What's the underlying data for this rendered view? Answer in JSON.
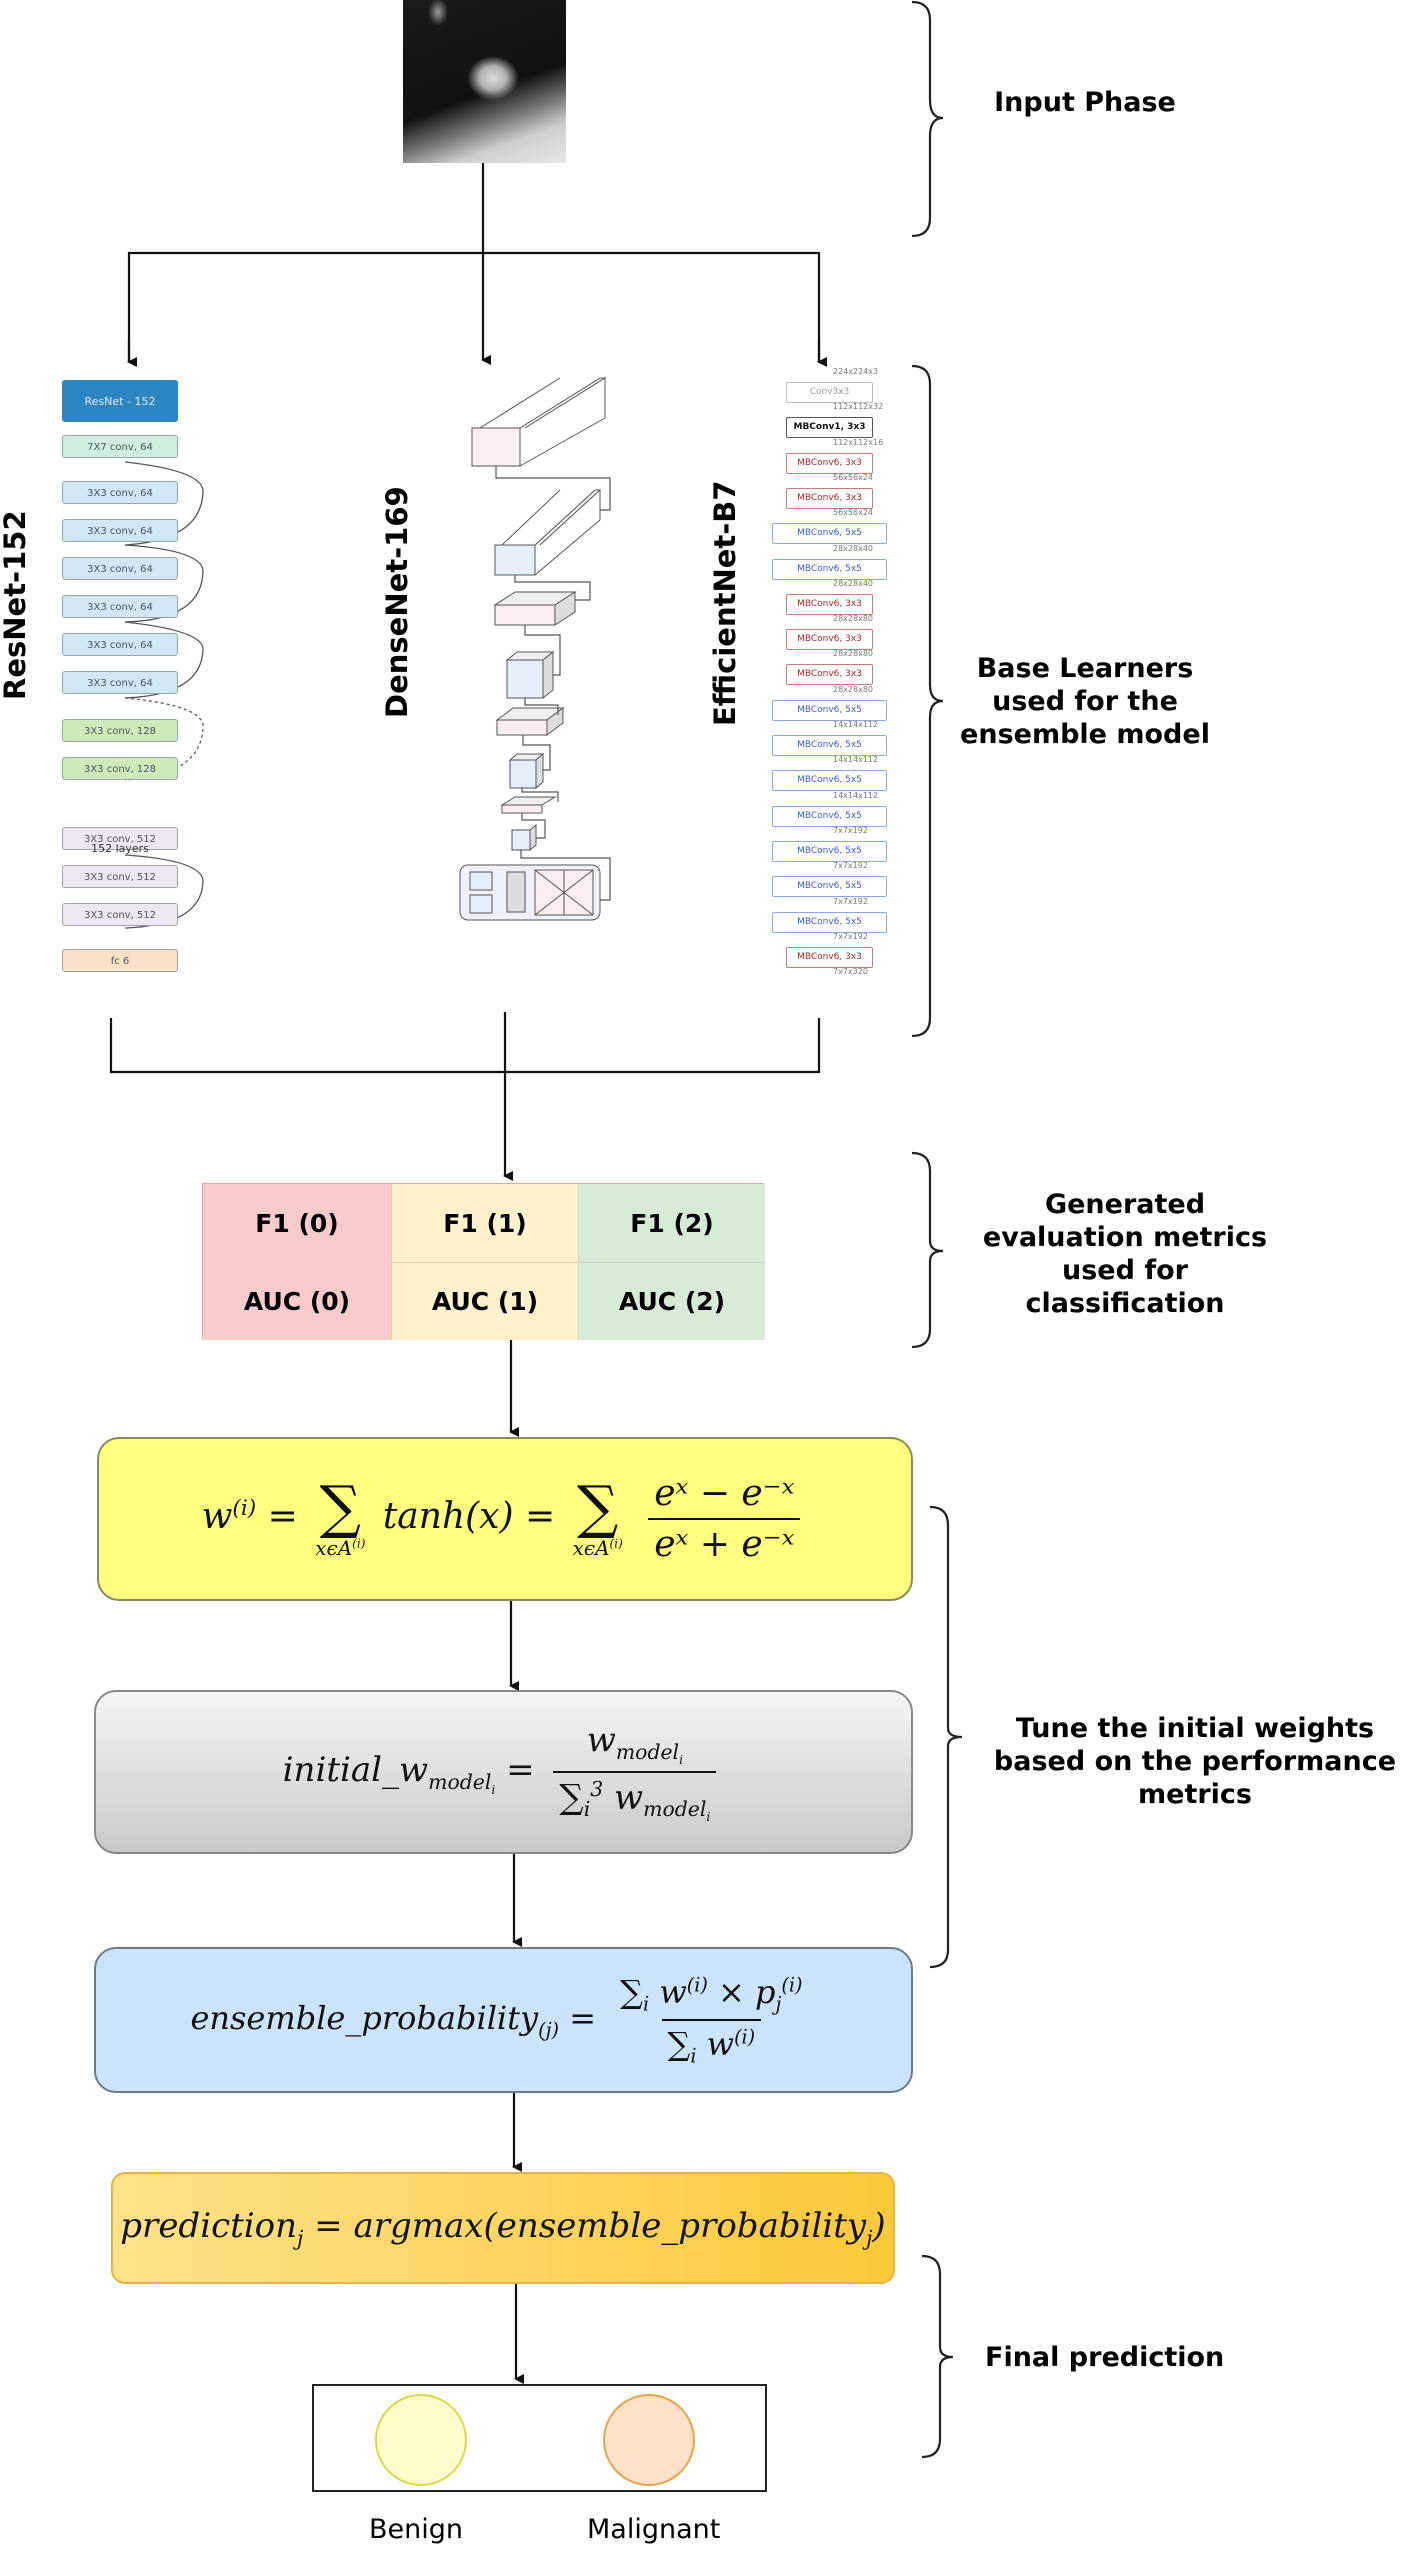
{
  "phases": {
    "input": "Input Phase",
    "base_learners": "Base Learners used for the ensemble model",
    "base_learners_lines": [
      "Base Learners",
      "used for the",
      "ensemble model"
    ],
    "metrics_lines": [
      "Generated",
      "evaluation metrics",
      "used for",
      "classification"
    ],
    "tune_lines": [
      "Tune the initial weights",
      "based on the performance",
      "metrics"
    ],
    "final": "Final prediction"
  },
  "models": {
    "resnet": {
      "title": "ResNet-152",
      "header": "ResNet - 152",
      "blocks": [
        {
          "label": "7X7 conv, 64",
          "style": "green1"
        },
        {
          "label": "3X3 conv, 64",
          "style": "blue"
        },
        {
          "label": "3X3 conv, 64",
          "style": "blue"
        },
        {
          "label": "3X3 conv, 64",
          "style": "blue"
        },
        {
          "label": "3X3 conv, 64",
          "style": "blue"
        },
        {
          "label": "3X3 conv, 64",
          "style": "blue"
        },
        {
          "label": "3X3 conv, 64",
          "style": "blue"
        },
        {
          "label": "3X3 conv, 128",
          "style": "green2"
        },
        {
          "label": "3X3 conv, 128",
          "style": "green2"
        },
        {
          "label": "3X3 conv, 512",
          "style": "purple"
        },
        {
          "label": "3X3 conv, 512",
          "style": "purple"
        },
        {
          "label": "3X3 conv, 512",
          "style": "purple"
        },
        {
          "label": "fc 6",
          "style": "fc"
        }
      ],
      "layers_note": "152 layers"
    },
    "densenet": {
      "title": "DenseNet-169"
    },
    "efficientnet": {
      "title": "EfficientNet-B7",
      "dims": [
        "224x224x3",
        "112x112x32",
        "112x112x16",
        "56x56x24",
        "56x56x24",
        "28x28x40",
        "28x28x40",
        "28x28x80",
        "28x28x80",
        "28x28x80",
        "14x14x112",
        "14x14x112",
        "14x14x112",
        "7x7x192",
        "7x7x192",
        "7x7x192",
        "7x7x192",
        "7x7x320"
      ],
      "blocks": [
        {
          "label": "Conv3x3",
          "style": "grey"
        },
        {
          "label": "MBConv1, 3x3",
          "style": "black"
        },
        {
          "label": "MBConv6, 3x3",
          "style": "red"
        },
        {
          "label": "MBConv6, 3x3",
          "style": "red"
        },
        {
          "label": "MBConv6, 5x5",
          "style": "blue"
        },
        {
          "label": "MBConv6, 5x5",
          "style": "blue"
        },
        {
          "label": "MBConv6, 3x3",
          "style": "red"
        },
        {
          "label": "MBConv6, 3x3",
          "style": "red"
        },
        {
          "label": "MBConv6, 3x3",
          "style": "red"
        },
        {
          "label": "MBConv6, 5x5",
          "style": "blue"
        },
        {
          "label": "MBConv6, 5x5",
          "style": "blue"
        },
        {
          "label": "MBConv6, 5x5",
          "style": "blue"
        },
        {
          "label": "MBConv6, 5x5",
          "style": "blue"
        },
        {
          "label": "MBConv6, 5x5",
          "style": "blue"
        },
        {
          "label": "MBConv6, 5x5",
          "style": "blue"
        },
        {
          "label": "MBConv6, 5x5",
          "style": "blue"
        },
        {
          "label": "MBConv6, 3x3",
          "style": "red"
        }
      ]
    }
  },
  "metrics": {
    "colors": [
      "#f7cbcb",
      "#fff1cc",
      "#d6ead6"
    ],
    "cells": [
      {
        "f1": "F1 (0)",
        "auc": "AUC (0)"
      },
      {
        "f1": "F1 (1)",
        "auc": "AUC (1)"
      },
      {
        "f1": "F1 (2)",
        "auc": "AUC (2)"
      }
    ]
  },
  "formulas": {
    "weight": {
      "lhs": "w",
      "lhs_sup": "(i)",
      "sum_sub": "xϵA",
      "sum_sub_sup": "(i)",
      "mid": "tanh(x)",
      "num": "eˣ − e⁻ˣ",
      "den": "eˣ + e⁻ˣ"
    },
    "initial": {
      "lhs": "initial_w",
      "lhs_sub": "model",
      "lhs_subsub": "i",
      "num": "w",
      "den_sum": "∑",
      "den_sum_sub": "i",
      "den_sum_sup": "3",
      "den": "w"
    },
    "ensemble": {
      "lhs": "ensemble_probability",
      "lhs_sub": "(j)",
      "num": "∑",
      "num_sub": "i",
      "num_w": "w",
      "num_w_sup": "(i)",
      "times": "×",
      "num_p": "p",
      "num_p_sub": "j",
      "num_p_sup": "(i)",
      "den": "∑",
      "den_sub": "i",
      "den_w": "w",
      "den_w_sup": "(i)"
    },
    "prediction": {
      "lhs": "prediction",
      "lhs_sub": "j",
      "rhs": "argmax(ensemble_probability",
      "rhs_sub": "j",
      "close": ")"
    },
    "equals": "="
  },
  "box_colors": {
    "weight": "#ffff80",
    "initial": "#d8d8d8",
    "ensemble": "#cce4fb",
    "prediction": "#fbc93a"
  },
  "classes": [
    {
      "label": "Benign",
      "color": "#fffccc"
    },
    {
      "label": "Malignant",
      "color": "#ffe0c8"
    }
  ]
}
